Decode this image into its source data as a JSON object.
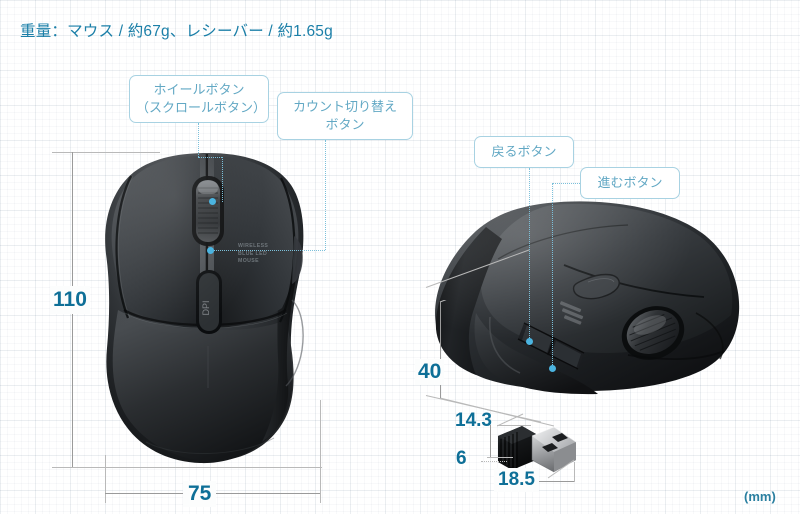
{
  "header": {
    "weight_spec": "重量：マウス / 約67g、レシーバー / 約1.65g"
  },
  "callouts": [
    {
      "id": "wheel-button",
      "line1": "ホイールボタン",
      "line2": "（スクロールボタン）"
    },
    {
      "id": "count-switch-button",
      "line1": "カウント切り替え",
      "line2": "ボタン"
    },
    {
      "id": "back-button",
      "line1": "戻るボタン",
      "line2": ""
    },
    {
      "id": "forward-button",
      "line1": "進むボタン",
      "line2": ""
    }
  ],
  "dimensions": {
    "mouse_height": "110",
    "mouse_width": "75",
    "mouse_depth": "40",
    "receiver_width": "14.3",
    "receiver_thickness": "6",
    "receiver_length": "18.5",
    "unit": "(mm)"
  },
  "product_markings": {
    "brand_line1": "WIRELESS",
    "brand_line2": "BLUE LED",
    "brand_line3": "MOUSE",
    "dpi_label": "DPI"
  },
  "colors": {
    "accent_blue": "#1b7fa8",
    "callout_text": "#62a8c4",
    "callout_border": "#a8d2e2",
    "dim_label": "#0e6f97",
    "dot_marker": "#4bb4e0",
    "dim_line": "#9a9a9a"
  }
}
